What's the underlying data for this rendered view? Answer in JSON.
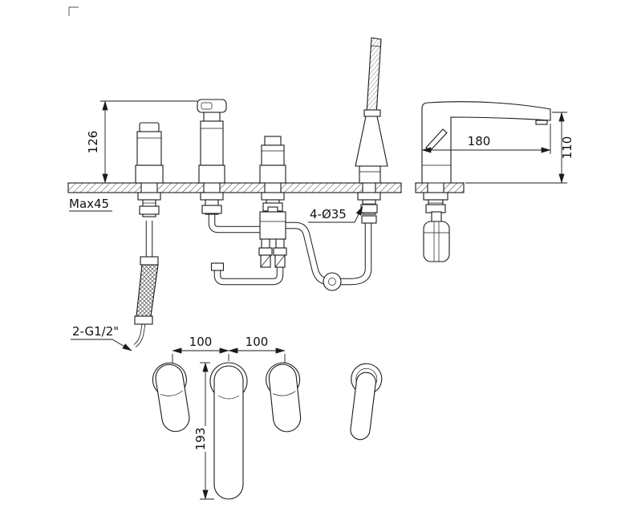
{
  "diagram": {
    "title": "bath-mixer-installation-drawing",
    "labels": {
      "dim_height": "126",
      "deck_max": "Max45",
      "dim_reach": "180",
      "dim_spout_height": "110",
      "holes": "4-Ø35",
      "thread": "2-G1/2\"",
      "spacing_a": "100",
      "spacing_b": "100",
      "dim_length": "193"
    }
  }
}
